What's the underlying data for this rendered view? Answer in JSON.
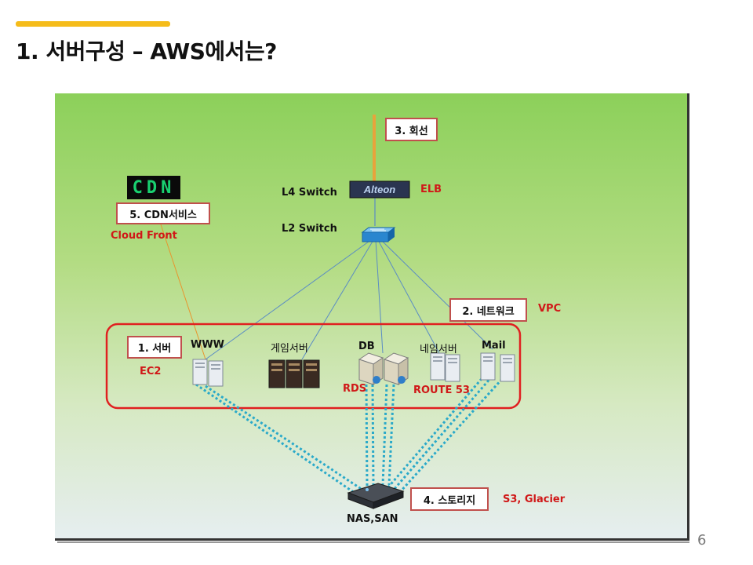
{
  "slide": {
    "title": "1. 서버구성 – AWS에서는?",
    "page_number": "6",
    "accent_color": "#f5bc1a"
  },
  "boxes": {
    "line": "3. 회선",
    "cdn_service": "5. CDN서비스",
    "network": "2. 네트워크",
    "server": "1. 서버",
    "storage": "4. 스토리지"
  },
  "labels": {
    "l4_switch": "L4 Switch",
    "l2_switch": "L2 Switch",
    "www": "WWW",
    "game_server": "게임서버",
    "db": "DB",
    "name_server": "네임서버",
    "mail": "Mail",
    "nas_san": "NAS,SAN",
    "cdn_logo": "CDN",
    "l4_device": "Alteon"
  },
  "aws_services": {
    "elb": "ELB",
    "cloud_front": "Cloud Front",
    "vpc": "VPC",
    "ec2": "EC2",
    "rds": "RDS",
    "route53": "ROUTE 53",
    "s3_glacier": "S3, Glacier"
  },
  "colors": {
    "box_border": "#c0504d",
    "service_text": "#d01818",
    "server_group_border": "#e02020",
    "link_line": "#5a8cc4",
    "storage_link": "#2aa9c9",
    "cdn_link": "#e8952e",
    "uplink": "#e8a33c"
  }
}
